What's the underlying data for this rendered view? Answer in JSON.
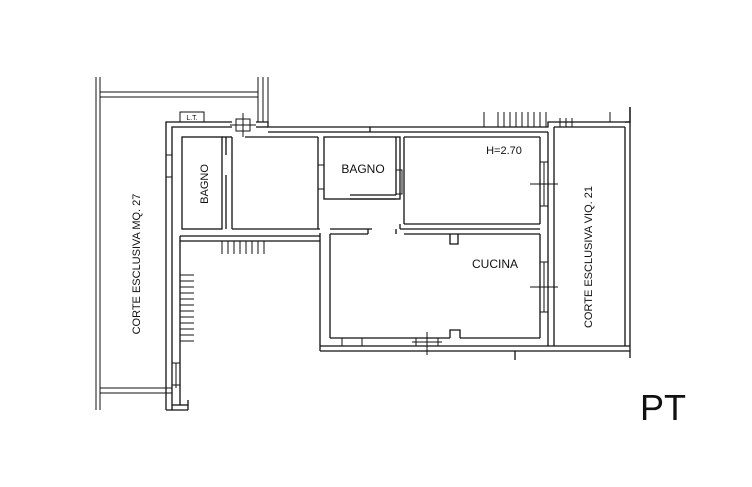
{
  "floor_label": "PT",
  "rooms": {
    "bathroom_small": "BAGNO",
    "bathroom": "BAGNO",
    "kitchen": "CUCINA"
  },
  "ceiling_height": "H=2.70",
  "utility_marker": "L.T.",
  "courtyards": {
    "left": "CORTE ESCLUSIVA MQ. 27",
    "right": "CORTE ESCLUSIVA VIQ. 21"
  }
}
